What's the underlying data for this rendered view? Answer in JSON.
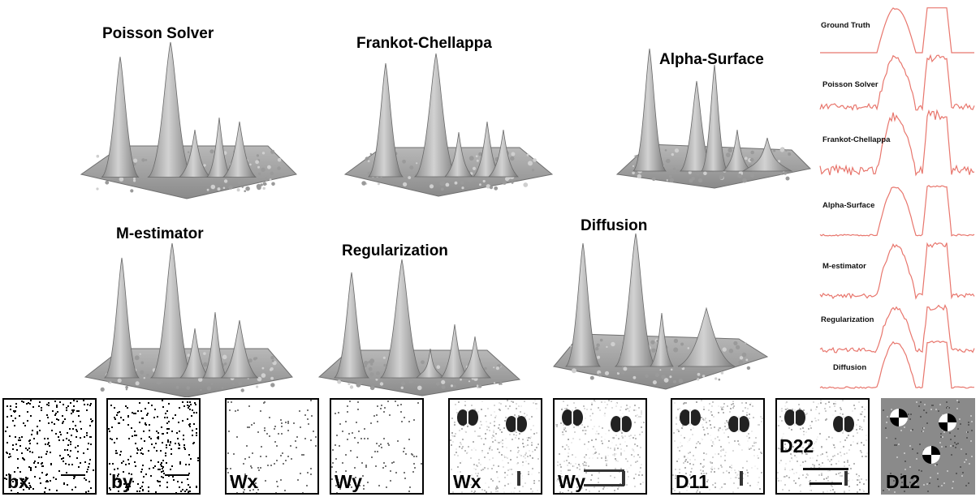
{
  "surfaces": [
    {
      "title": "Poisson Solver"
    },
    {
      "title": "Frankot-Chellappa"
    },
    {
      "title": "Alpha-Surface"
    },
    {
      "title": "M-estimator"
    },
    {
      "title": "Regularization"
    },
    {
      "title": "Diffusion"
    }
  ],
  "profiles": [
    {
      "label": "Ground Truth"
    },
    {
      "label": "Poisson Solver"
    },
    {
      "label": "Frankot-Chellappa"
    },
    {
      "label": "Alpha-Surface"
    },
    {
      "label": "M-estimator"
    },
    {
      "label": "Regularization"
    },
    {
      "label": "Diffusion"
    }
  ],
  "tiles": [
    {
      "label": "bx"
    },
    {
      "label": "by"
    },
    {
      "label": "Wx"
    },
    {
      "label": "Wy"
    },
    {
      "label": "Wx"
    },
    {
      "label": "Wy"
    },
    {
      "label": "D11"
    },
    {
      "label": "D22"
    },
    {
      "label": "D12"
    }
  ],
  "colors": {
    "profile_line": "#e8766d",
    "surface_fill": "#b9b9b9",
    "surface_shadow": "#7d7d7d"
  }
}
